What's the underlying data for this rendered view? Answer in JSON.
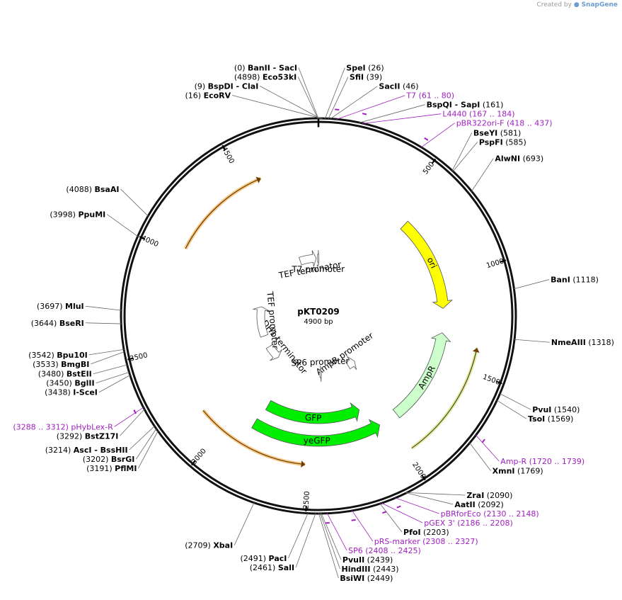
{
  "credit": {
    "prefix": "Created by",
    "brand": "SnapGene"
  },
  "plasmid": {
    "name": "pKT0209",
    "length_label": "4900 bp",
    "length": 4900
  },
  "ticks": [
    {
      "bp": 500,
      "label": "500"
    },
    {
      "bp": 1000,
      "label": "1000"
    },
    {
      "bp": 1500,
      "label": "1500"
    },
    {
      "bp": 2000,
      "label": "2000"
    },
    {
      "bp": 2500,
      "label": "2500"
    },
    {
      "bp": 3000,
      "label": "3000"
    },
    {
      "bp": 3500,
      "label": "3500"
    },
    {
      "bp": 4000,
      "label": "4000"
    },
    {
      "bp": 4500,
      "label": "4500"
    }
  ],
  "features": [
    {
      "name": "ori",
      "start": 590,
      "end": 1178,
      "strand": "+",
      "ring": 0,
      "color": "#ffff00",
      "style": "filled"
    },
    {
      "name": "AmpR",
      "start": 1330,
      "end": 1925,
      "strand": "-",
      "ring": 0,
      "color": "#ccffcc",
      "style": "filled"
    },
    {
      "name": "AmpR promoter",
      "start": 1925,
      "end": 2030,
      "strand": "-",
      "ring": 0,
      "color": "#ffffff",
      "style": "outline"
    },
    {
      "name": "GFP",
      "start": 2130,
      "end": 2850,
      "strand": "-",
      "ring": 1,
      "color": "#00ee00",
      "style": "filled"
    },
    {
      "name": "yeGFP",
      "start": 2050,
      "end": 2870,
      "strand": "-",
      "ring": 0,
      "color": "#00ee00",
      "style": "filled"
    },
    {
      "name": "SP6 promoter",
      "start": 2410,
      "end": 2430,
      "strand": "-",
      "ring": 0,
      "color": "#ffffff",
      "style": "outline"
    },
    {
      "name": "ADH1 terminator",
      "start": 3050,
      "end": 3240,
      "strand": "-",
      "ring": 0,
      "color": "#ffffff",
      "style": "outline"
    },
    {
      "name": "TEF promoter",
      "start": 3400,
      "end": 3800,
      "strand": "+",
      "ring": 0,
      "color": "#ffffff",
      "style": "outline"
    },
    {
      "name": "TEF terminator",
      "start": 4650,
      "end": 4870,
      "strand": "+",
      "ring": 0,
      "color": "#ffffff",
      "style": "outline"
    },
    {
      "name": "T7 promoter",
      "start": 4888,
      "end": 4907,
      "strand": "+",
      "ring": 0,
      "color": "#ffffff",
      "style": "outline"
    }
  ],
  "outer_arcs": [
    {
      "start": 4040,
      "end": 4590,
      "strand": "+",
      "color": "#f5c98a"
    },
    {
      "start": 1380,
      "end": 1970,
      "strand": "-",
      "color": "#d8efb0"
    },
    {
      "start": 2520,
      "end": 3140,
      "strand": "-",
      "color": "#f5c98a"
    }
  ],
  "sites": [
    {
      "name": "BanII  -  SacI",
      "pos": "(0)",
      "bp": 0,
      "side": "left"
    },
    {
      "name": "Eco53kI",
      "pos": "(4898)",
      "bp": 4898,
      "side": "left"
    },
    {
      "name": "BspDI  -  ClaI",
      "pos": "(9)",
      "bp": 9,
      "side": "left"
    },
    {
      "name": "EcoRV",
      "pos": "(16)",
      "bp": 16,
      "side": "left"
    },
    {
      "name": "SpeI",
      "pos": "(26)",
      "bp": 26,
      "side": "right"
    },
    {
      "name": "SfiI",
      "pos": "(39)",
      "bp": 39,
      "side": "right"
    },
    {
      "name": "SacII",
      "pos": "(46)",
      "bp": 46,
      "side": "right"
    },
    {
      "name": "BspQI  -  SapI",
      "pos": "(161)",
      "bp": 161,
      "side": "right"
    },
    {
      "name": "BseYI",
      "pos": "(581)",
      "bp": 581,
      "side": "right"
    },
    {
      "name": "PspFI",
      "pos": "(585)",
      "bp": 585,
      "side": "right"
    },
    {
      "name": "AlwNI",
      "pos": "(693)",
      "bp": 693,
      "side": "right"
    },
    {
      "name": "BanI",
      "pos": "(1118)",
      "bp": 1118,
      "side": "right"
    },
    {
      "name": "NmeAIII",
      "pos": "(1318)",
      "bp": 1318,
      "side": "right"
    },
    {
      "name": "PvuI",
      "pos": "(1540)",
      "bp": 1540,
      "side": "right"
    },
    {
      "name": "TsoI",
      "pos": "(1569)",
      "bp": 1569,
      "side": "right"
    },
    {
      "name": "XmnI",
      "pos": "(1769)",
      "bp": 1769,
      "side": "right"
    },
    {
      "name": "ZraI",
      "pos": "(2090)",
      "bp": 2090,
      "side": "right"
    },
    {
      "name": "AatII",
      "pos": "(2092)",
      "bp": 2092,
      "side": "right"
    },
    {
      "name": "PfoI",
      "pos": "(2203)",
      "bp": 2203,
      "side": "right"
    },
    {
      "name": "PvuII",
      "pos": "(2439)",
      "bp": 2439,
      "side": "right"
    },
    {
      "name": "HindIII",
      "pos": "(2443)",
      "bp": 2443,
      "side": "right"
    },
    {
      "name": "BsiWI",
      "pos": "(2449)",
      "bp": 2449,
      "side": "right"
    },
    {
      "name": "SalI",
      "pos": "(2461)",
      "bp": 2461,
      "side": "left"
    },
    {
      "name": "PacI",
      "pos": "(2491)",
      "bp": 2491,
      "side": "left"
    },
    {
      "name": "XbaI",
      "pos": "(2709)",
      "bp": 2709,
      "side": "left"
    },
    {
      "name": "PflMI",
      "pos": "(3191)",
      "bp": 3191,
      "side": "left"
    },
    {
      "name": "BsrGI",
      "pos": "(3202)",
      "bp": 3202,
      "side": "left"
    },
    {
      "name": "AscI  -  BssHII",
      "pos": "(3214)",
      "bp": 3214,
      "side": "left"
    },
    {
      "name": "BstZ17I",
      "pos": "(3292)",
      "bp": 3292,
      "side": "left"
    },
    {
      "name": "I-SceI",
      "pos": "(3438)",
      "bp": 3438,
      "side": "left"
    },
    {
      "name": "BglII",
      "pos": "(3450)",
      "bp": 3450,
      "side": "left"
    },
    {
      "name": "BstEII",
      "pos": "(3480)",
      "bp": 3480,
      "side": "left"
    },
    {
      "name": "BmgBI",
      "pos": "(3533)",
      "bp": 3533,
      "side": "left"
    },
    {
      "name": "Bpu10I",
      "pos": "(3542)",
      "bp": 3542,
      "side": "left"
    },
    {
      "name": "BseRI",
      "pos": "(3644)",
      "bp": 3644,
      "side": "left"
    },
    {
      "name": "MluI",
      "pos": "(3697)",
      "bp": 3697,
      "side": "left"
    },
    {
      "name": "PpuMI",
      "pos": "(3998)",
      "bp": 3998,
      "side": "left"
    },
    {
      "name": "BsaAI",
      "pos": "(4088)",
      "bp": 4088,
      "side": "left"
    }
  ],
  "primers": [
    {
      "name": "T7",
      "pos": "(61 .. 80)",
      "bp": 70,
      "side": "right"
    },
    {
      "name": "L4440",
      "pos": "(167 .. 184)",
      "bp": 175,
      "side": "right"
    },
    {
      "name": "pBR322ori-F",
      "pos": "(418 .. 437)",
      "bp": 427,
      "side": "right"
    },
    {
      "name": "Amp-R",
      "pos": "(1720 .. 1739)",
      "bp": 1730,
      "side": "right"
    },
    {
      "name": "pBRforEco",
      "pos": "(2130 .. 2148)",
      "bp": 2139,
      "side": "right"
    },
    {
      "name": "pGEX 3'",
      "pos": "(2186 .. 2208)",
      "bp": 2197,
      "side": "right"
    },
    {
      "name": "pRS-marker",
      "pos": "(2308 .. 2327)",
      "bp": 2317,
      "side": "right"
    },
    {
      "name": "SP6",
      "pos": "(2408 .. 2425)",
      "bp": 2416,
      "side": "right"
    },
    {
      "name": "pHybLex-R",
      "pos": "(3288 .. 3312)",
      "bp": 3300,
      "side": "left"
    }
  ]
}
